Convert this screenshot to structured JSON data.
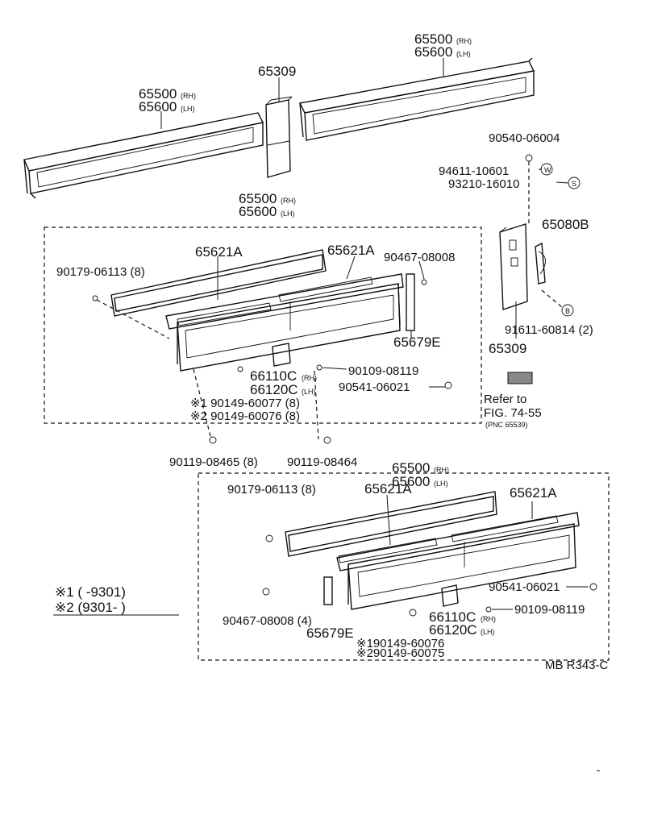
{
  "labels": {
    "top_right_rh": "65500",
    "top_right_lh": "65600",
    "top_left_rh": "65500",
    "top_left_lh": "65600",
    "top_center": "65309",
    "rh": "(RH)",
    "lh": "(LH)",
    "mid_rh": "65500",
    "mid_lh": "65600",
    "right_a": "90540-06004",
    "right_b": "94611-10601",
    "right_c": "93210-16010",
    "right_d": "65080B",
    "right_e": "91611-60814 (2)",
    "right_f": "65309",
    "refer_1": "Refer to",
    "refer_2": "FIG. 74-55",
    "refer_3": "(PNC 65539)",
    "m_a1": "65621A",
    "m_a2": "65621A",
    "m_screw": "90179-06113 (8)",
    "m_90467": "90467-08008",
    "m_65679": "65679E",
    "m_66110": "66110C",
    "m_66120": "66120C",
    "m_90109": "90109-08119",
    "m_90541": "90541-06021",
    "m_n1": "※1  90149-60077 (8)",
    "m_n2": "※2  90149-60076 (8)",
    "m_b1": "90119-08465 (8)",
    "m_b2": "90119-08464",
    "l_rh": "65500",
    "l_lh": "65600",
    "l_screw": "90179-06113 (8)",
    "l_a1": "65621A",
    "l_a2": "65621A",
    "l_90541": "90541-06021",
    "l_90109": "90109-08119",
    "l_66110": "66110C",
    "l_66120": "66120C",
    "l_90467": "90467-08008 (4)",
    "l_65679": "65679E",
    "l_n1": "※190149-60076",
    "l_n2": "※290149-60075",
    "note1": "※1 (        -9301)",
    "note2": "※2 (9301-        )",
    "code": "MB R343-C",
    "circle_w": "W",
    "circle_s": "S",
    "circle_b": "B"
  }
}
